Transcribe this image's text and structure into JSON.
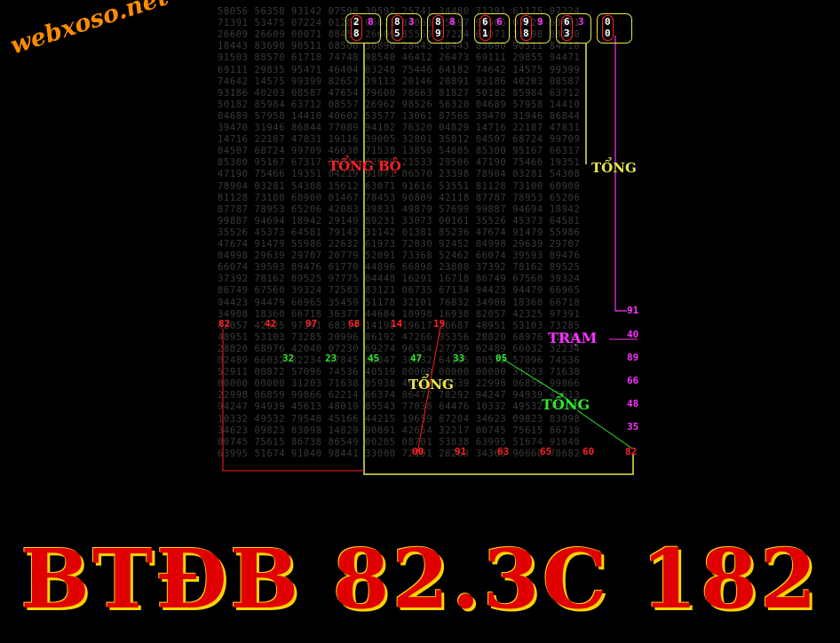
{
  "logo": "webxoso.net",
  "headline": "BTĐB 82.3C 182",
  "labels": {
    "tong_bo": "TỔNG BỘ",
    "tong_right": "TỔNG",
    "tram": "TRẠM",
    "tong_yellow": "TỔNG",
    "tong_green": "TỔNG"
  },
  "colors": {
    "bg": "#000000",
    "yellow": "#e8e84a",
    "red": "#ff2020",
    "green": "#2ee62e",
    "magenta": "#ff33ff",
    "orange": "#ff8c00"
  },
  "top_pairs": [
    {
      "top": "2",
      "bottom": "8",
      "side": "8"
    },
    {
      "top": "8",
      "bottom": "5",
      "side": "3"
    },
    {
      "top": "8",
      "bottom": "9",
      "side": "8"
    },
    {
      "top": "6",
      "bottom": "1",
      "side": "6"
    },
    {
      "top": "9",
      "bottom": "8",
      "side": "9"
    },
    {
      "top": "6",
      "bottom": "3",
      "side": "3"
    },
    {
      "top": "0",
      "bottom": "0",
      "side": ""
    }
  ],
  "grid_rows": [
    "58056 56358 93142 07598 39592 25741 34480 71391 61175 07224",
    "71391 53475 07224 01286 06671 84063 35697 92606 07224 60071",
    "26609 26609 00071 88450 26609 85560 07224 60071 31598 88550",
    "18443 83690 90511 08500 36090 28443 18443 83690 90511 84718",
    "91503 88570 61718 74748 98540 46412 26473 69111 29855 94471",
    "69111 29835 95471 46404 03248 75446 64182 74642 14575 99399",
    "74642 14575 99399 82657 39113 20146 20891 93186 40203 08587",
    "93186 40203 08587 47654 79600 78663 81827 50182 85984 63712",
    "50182 85984 63712 08557 26962 98526 56320 04689 57958 14410",
    "04689 57958 14410 40602 53577 13061 87565 39470 31946 86844",
    "39470 31946 86844 77089 94102 76320 04829 14716 22187 47831",
    "14716 22187 47831 19116 39005 32801 35812 04507 68724 99709",
    "04507 68724 99709 46038 71538 13850 54005 85300 95167 66317",
    "85300 95167 67317 39046 02809 21533 29506 47190 75466 19351",
    "47190 75466 19351 04219 91071 06570 23398 78904 03281 54308",
    "78904 03281 54308 15612 63071 91616 53551 81128 73100 60900",
    "81128 73100 60900 01467 78453 90809 42118 87787 78953 65206",
    "87787 78953 65206 42083 39831 49879 57699 99887 94694 18942",
    "99887 94694 18942 29149 89231 33073 00161 35526 45373 64581",
    "35526 45373 64581 79143 31142 01381 85236 47674 91479 55986",
    "47674 91479 55986 22632 61973 72030 92452 04998 29639 29707",
    "04998 29639 29707 20779 52091 73368 52462 66074 39593 89476",
    "66074 39593 89476 61770 44896 66898 23808 37392 78162 89525",
    "37392 78162 89525 97775 04448 16291 16718 86749 67560 39324",
    "86749 67560 39324 72583 83121 06735 67134 94423 94479 66965",
    "94423 94479 66965 35459 51178 32101 76832 34908 18360 66718",
    "34908 18360 66718 36377 44684 10998 16938 82057 42325 97391",
    "82057 42325 97391 68314 14198 19617 26687 48951 53103 73285",
    "48951 53103 73285 20996 86192 47266 95356 28820 68976 42040",
    "28820 68976 42040 07230 69274 96334 27739 02489 66032 32234",
    "02489 66032 32234 37845 80047 30332 64105 00572 57096 74536",
    "52911 00872 57096 74536 40519 00000 00000 00000 31203 71638",
    "00000 00000 31203 71638 05938 40517 74539 22998 06859 99866",
    "22998 06859 99866 62214 66374 86472 78292 94247 94939 45613",
    "94247 94939 45613 48019 85543 77038 64476 10332 49532 79548",
    "10332 49532 79548 45166 44215 19659 87204 34623 09823 83098",
    "34623 09823 83098 14829 90891 42654 32217 00745 75615 86738",
    "00745 75615 86738 86549 00205 08701 53838 63995 51674 91040",
    "63995 51674 91040 98441 33000 72191 28263 34365 90660 70682"
  ],
  "red_row_values": [
    "82",
    "42",
    "97",
    "68",
    "14",
    "19"
  ],
  "green_row_values": [
    "32",
    "23",
    "45",
    "47",
    "33",
    "05"
  ],
  "bottom_values": [
    "00",
    "91",
    "63",
    "65",
    "60",
    "82"
  ],
  "right_column_values": [
    "91",
    "40",
    "89",
    "66",
    "48",
    "35"
  ]
}
